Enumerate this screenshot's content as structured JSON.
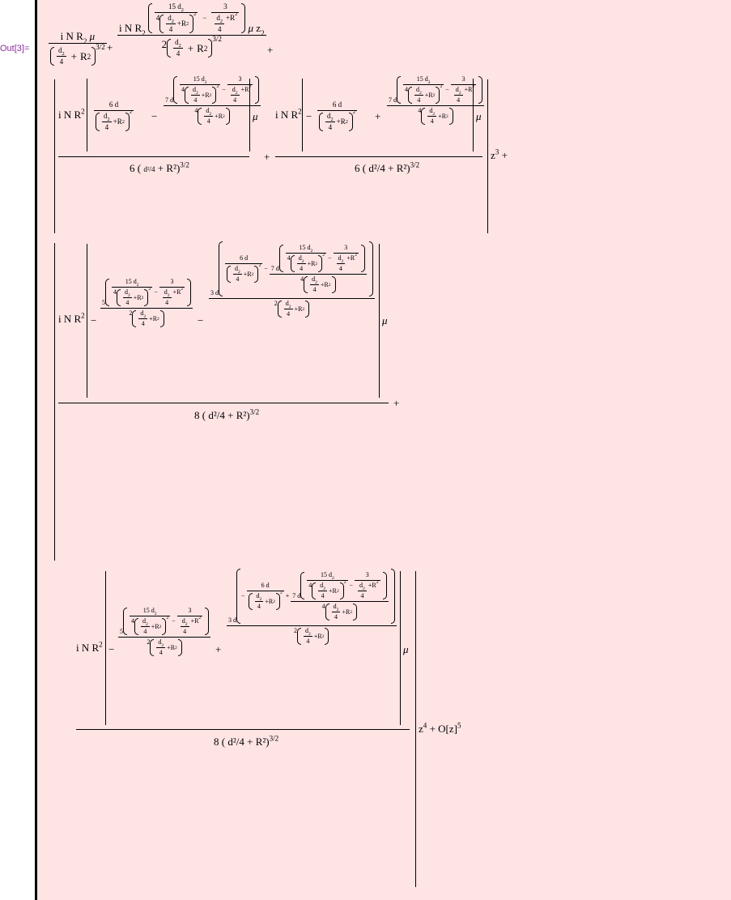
{
  "cell": {
    "label": "Out[3]=",
    "background": "#ffe4e4",
    "label_color": "#8b2d9b",
    "bar_color": "#000000"
  },
  "sym": {
    "iNR2": "i N R",
    "two": "2",
    "mu": "μ",
    "z": "z",
    "plus": "+",
    "minus": "−",
    "d": "d",
    "d2": "d",
    "four": "4",
    "R": "R",
    "three_half": "3/2",
    "fifteen_d": "15 d",
    "three": "3",
    "six_d": "6 d",
    "seven_d": "7 d",
    "three_d": "3 d",
    "five": "5",
    "coef2": "2",
    "coef6": "6",
    "coef8": "8",
    "z2_exp": "2",
    "z3_exp": "3",
    "z4_exp": "4",
    "order_term": "O[z]",
    "order_exp": "5"
  },
  "expression": {
    "text": "(i N R^2 μ)/((d^2/4 + R^2)^(3/2)) + (i N R^2 ((15 d^2)/(4 (d^2/4+R^2)^2) - 3/(d^2/4+R^2)) μ z^2)/(2 (d^2/4 + R^2)^(3/2)) + ((i N R^2 ((6 d)/((d^2/4+R^2)^2) - (7 d ((15 d^2)/(4 (d^2/4+R^2)^2) - 3/(d^2/4+R^2)))/(4 (d^2/4+R^2))) μ)/(6 (d^2/4 + R^2)^(3/2)) + (i N R^2 (-(6 d)/((d^2/4+R^2)^2) + (7 d ((15 d^2)/(4 (d^2/4+R^2)^2) - 3/(d^2/4+R^2)))/(4 (d^2/4+R^2))) μ)/(6 (d^2/4 + R^2)^(3/2))) z^3 + ((i N R^2 (-(5 ((15 d^2)/(4 (d^2/4+R^2)^2) - 3/(d^2/4+R^2)))/(2 (d^2/4+R^2)) - (3 d ((6 d)/((d^2/4+R^2)^2) - (7 d ((15 d^2)/(4 (d^2/4+R^2)^2) - 3/(d^2/4+R^2)))/(4 (d^2/4+R^2))))/(2 (d^2/4+R^2))) μ)/(8 (d^2/4 + R^2)^(3/2)) + (i N R^2 (-(5 ((15 d^2)/(4 (d^2/4+R^2)^2) - 3/(d^2/4+R^2)))/(2 (d^2/4+R^2)) + (3 d (-(6 d)/((d^2/4+R^2)^2) + (7 d ((15 d^2)/(4 (d^2/4+R^2)^2) - 3/(d^2/4+R^2)))/(4 (d^2/4+R^2))))/(2 (d^2/4+R^2))) μ)/(8 (d^2/4 + R^2)^(3/2))) z^4 + O[z]^5"
  }
}
